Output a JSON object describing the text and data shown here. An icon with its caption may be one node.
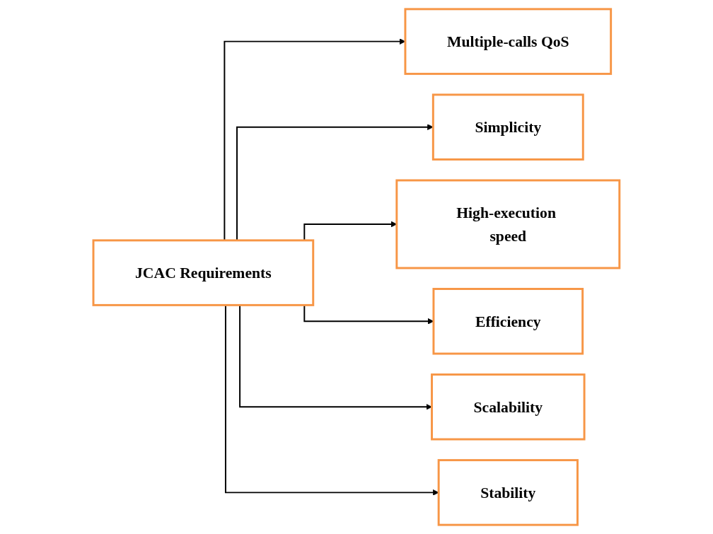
{
  "diagram": {
    "nodes": [
      {
        "text": [
          "JCAC Requirements"
        ]
      },
      {
        "text": [
          "Multiple-calls QoS"
        ]
      },
      {
        "text": [
          "Simplicity"
        ]
      },
      {
        "text": [
          "High-execution speed"
        ]
      },
      {
        "text": [
          "Efficiency"
        ]
      },
      {
        "text": [
          "Scalability"
        ]
      },
      {
        "text": [
          "Stability"
        ]
      }
    ],
    "edges": [
      {
        "from": 0,
        "to": 1,
        "arrow": "to"
      },
      {
        "from": 0,
        "to": 2,
        "arrow": "to"
      },
      {
        "from": 0,
        "to": 3,
        "arrow": "to"
      },
      {
        "from": 0,
        "to": 4,
        "arrow": "to"
      },
      {
        "from": 0,
        "to": 5,
        "arrow": "to"
      },
      {
        "from": 0,
        "to": 6,
        "arrow": "to"
      }
    ]
  }
}
